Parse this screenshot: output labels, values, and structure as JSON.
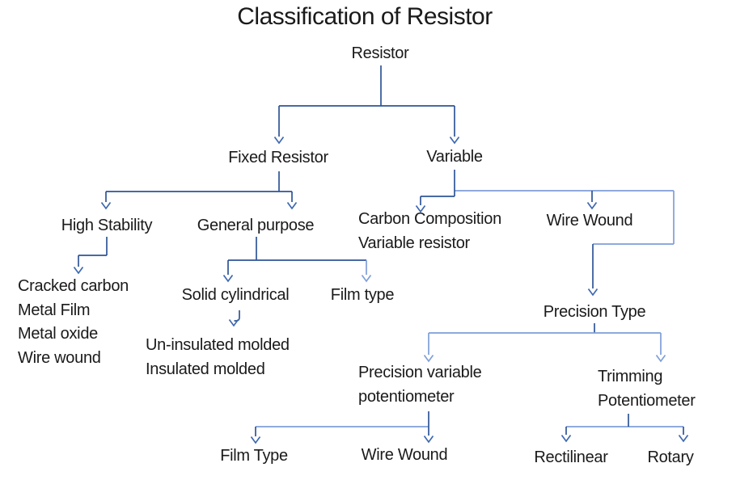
{
  "title": "Classification of Resistor",
  "colors": {
    "background": "#ffffff",
    "text": "#1a1a1a",
    "line_dark": "#2F5597",
    "line_light": "#7F9FD8",
    "arrow_dark": "#3E68B0"
  },
  "nodes": {
    "resistor": {
      "label": "Resistor"
    },
    "fixed_resistor": {
      "label": "Fixed Resistor"
    },
    "variable": {
      "label": "Variable"
    },
    "high_stability": {
      "label": "High Stability"
    },
    "general_purpose": {
      "label": "General purpose"
    },
    "carbon_composition": {
      "label": "Carbon Composition\nVariable resistor"
    },
    "wire_wound_variable": {
      "label": "Wire Wound"
    },
    "fixed_high_stability_types": {
      "label": "Cracked carbon\nMetal Film\nMetal oxide\nWire wound"
    },
    "solid_cylindrical": {
      "label": "Solid cylindrical"
    },
    "film_type_general": {
      "label": "Film type"
    },
    "molded_types": {
      "label": "Un-insulated molded\nInsulated molded"
    },
    "precision_type": {
      "label": "Precision Type"
    },
    "precision_variable_potentiometer": {
      "label": "Precision variable\npotentiometer"
    },
    "trimming_potentiometer": {
      "label": "Trimming\nPotentiometer"
    },
    "film_type_precision": {
      "label": "Film Type"
    },
    "wire_wound_precision": {
      "label": "Wire Wound"
    },
    "rectilinear": {
      "label": "Rectilinear"
    },
    "rotary": {
      "label": "Rotary"
    }
  }
}
